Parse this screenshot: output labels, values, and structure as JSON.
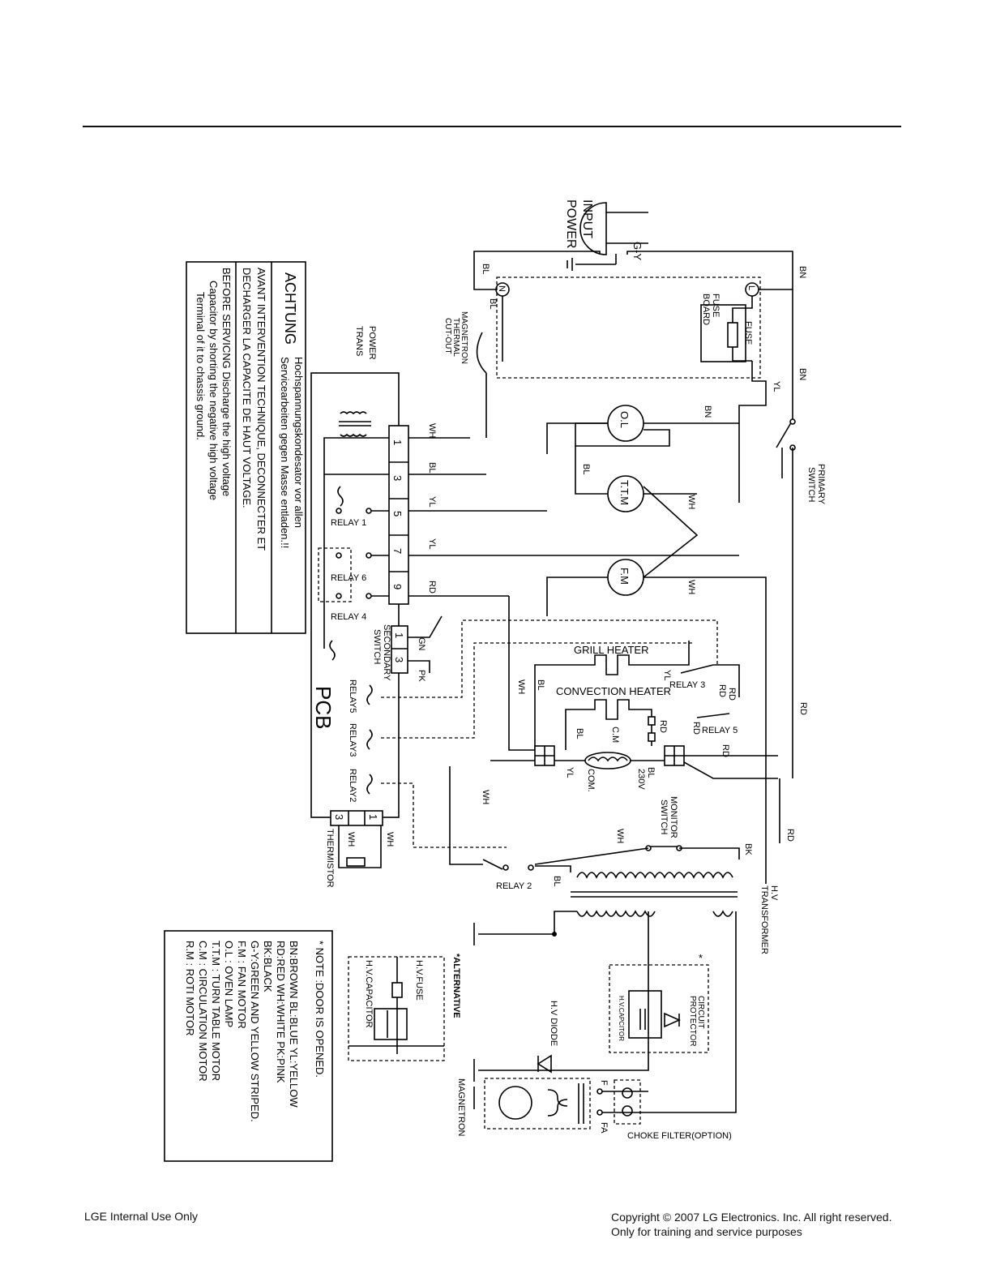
{
  "footer": {
    "left": "LGE Internal Use Only",
    "right_line1": "Copyright © 2007 LG Electronics. Inc. All right reserved.",
    "right_line2": "Only for training and service purposes"
  },
  "warning": {
    "title": "ACHTUNG",
    "line1": "Hochspannungskondesator vor allen",
    "line2": "Servicearbeiten gegen Masse entladen.!!",
    "fr1": "AVANT INTERVENTION TECHNIQUE, DECONNECTER ET",
    "fr2": "DECHARGER LA CAPACITE DE HAUT VOLTAGE.",
    "en1": "BEFORE SERVICNG Discharge the high voltage",
    "en2": "Capacitor by shorting the negative high voltage",
    "en3": "Terminal of it to chassis ground."
  },
  "legend": {
    "note": "* NOTE :DOOR IS OPENED.",
    "l1": "BN:BROWN  BL:BLUE  YL:YELLOW",
    "l2": "RD:RED   WH:WHITE   PK:PINK",
    "l3": "BK:BLACK",
    "l4": "G-Y:GREEN AND YELLOW STRIPED.",
    "l5": "F.M :  FAN MOTOR",
    "l6": "O.L :   OVEN LAMP",
    "l7": "T.T.M :  TURN TABLE MOTOR",
    "l8": "C.M :  CIRCULATION MOTOR",
    "l9": "R.M :  ROTI MOTOR"
  },
  "labels": {
    "input_power_1": "INPUT",
    "input_power_2": "POWER",
    "gy": "G-Y",
    "n": "N",
    "l": "L",
    "fuse_board_1": "FUSE",
    "fuse_board_2": "BOARD",
    "fuse": "FUSE",
    "mag_cutout_1": "MAGNETRON",
    "mag_cutout_2": "THERMAL",
    "mag_cutout_3": "CUT-OUT",
    "power_trans_1": "POWER",
    "power_trans_2": "TRANS",
    "primary_switch_1": "PRIMARY",
    "primary_switch_2": "SWITCH",
    "ol": "O.L",
    "ttm": "T.T.M",
    "fm": "F.M",
    "relay1": "RELAY 1",
    "relay6": "RELAY 6",
    "relay4": "RELAY 4",
    "relay3": "RELAY 3",
    "relay5": "RELAY 5",
    "relay2": "RELAY 2",
    "relay5v": "RELAY5",
    "relay3v": "RELAY3",
    "relay2v": "RELAY2",
    "secondary_switch_1": "SECONDARY",
    "secondary_switch_2": "SWITCH",
    "pcb": "PCB",
    "grill_heater": "GRILL HEATER",
    "convection_heater": "CONVECTION HEATER",
    "cm": "C.M",
    "com": "COM.",
    "v230": "230V",
    "monitor_switch_1": "MONITOR",
    "monitor_switch_2": "SWITCH",
    "thermistor": "THERMISTOR",
    "hv_transformer_1": "H.V",
    "hv_transformer_2": "TRANSFORMER",
    "circuit_protector_1": "CIRCUIT",
    "circuit_protector_2": "PROTECTOR",
    "hv_capcitor": "H.V.CAPCITOR",
    "hv_diode": "H.V DIODE",
    "magnetron": "MAGNETRON",
    "choke_filter": "CHOKE FILTER(OPTION)",
    "alternative": "*ALTERNATIVE",
    "hv_fuse": "H.V.FUSE",
    "hv_capacitor": "H.V.CAPACITOR",
    "f": "F",
    "fa": "FA",
    "star": "*",
    "pin1": "1",
    "pin3": "3",
    "pin5": "5",
    "pin7": "7",
    "pin9": "9",
    "sw1": "1",
    "sw3": "3",
    "th1": "1",
    "th3": "3"
  },
  "wire_colors": {
    "bn": "BN",
    "bl": "BL",
    "yl": "YL",
    "wh": "WH",
    "rd": "RD",
    "gn": "GN",
    "pk": "PK",
    "bk": "BK"
  }
}
